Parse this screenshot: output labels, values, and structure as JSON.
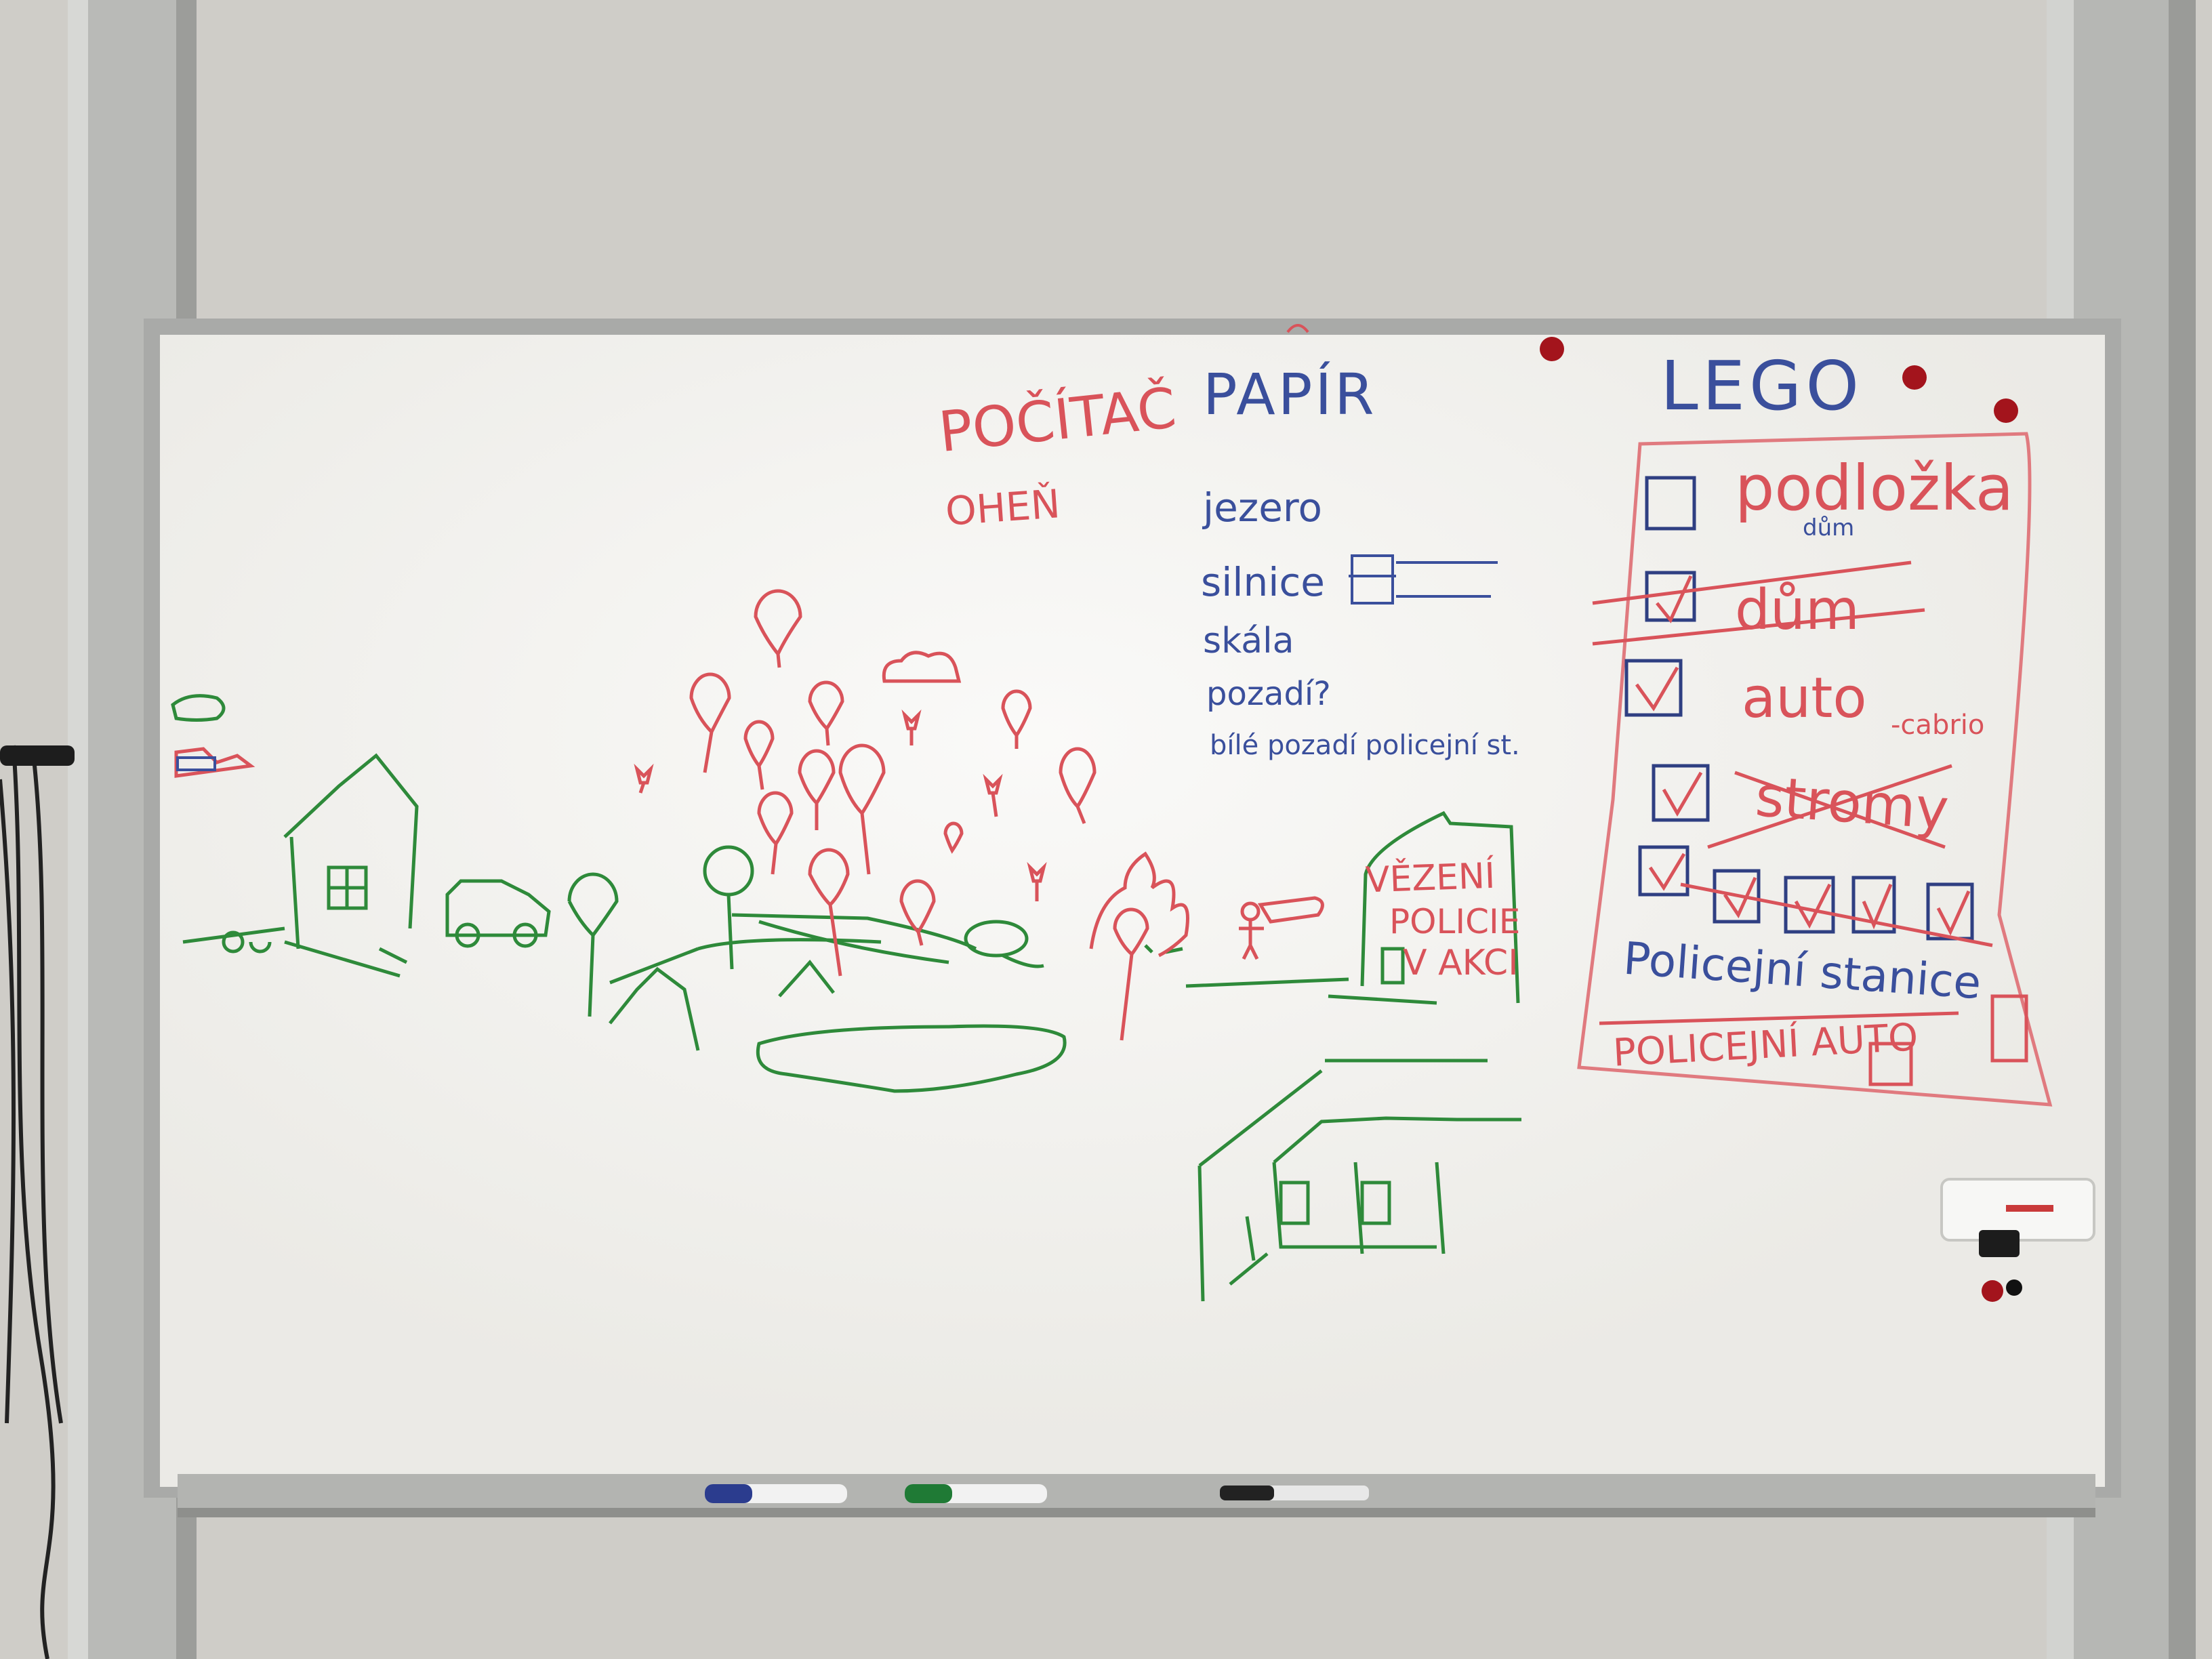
{
  "board": {
    "colors": {
      "wall": "#cfcdc8",
      "frame": "#a9aaa8",
      "surface": "#f3f2ee",
      "red_marker": "#d9535a",
      "blue_marker": "#3a4f9c",
      "green_marker": "#2e8a3a"
    }
  },
  "middle_column": {
    "pocitac": "POČÍTAČ",
    "ohen": "OHEŇ",
    "papir": "PAPÍR",
    "items": [
      "jezero",
      "silnice",
      "skála",
      "pozadí?",
      "bílé pozadí policejní st."
    ]
  },
  "drawing_labels": {
    "vezeni": "VĚZENÍ",
    "policie": "POLICIE",
    "v_akci": "V AKCI"
  },
  "lego": {
    "title": "LEGO",
    "items": [
      {
        "label": "podložka",
        "note": "dům"
      },
      {
        "label": "dům",
        "note": ""
      },
      {
        "label": "auto",
        "note": "-cabrio"
      },
      {
        "label": "stromy",
        "note": ""
      }
    ],
    "policejni_stanice": "Policejní stanice",
    "policejni_auto": "POLICEJNÍ AUTO"
  },
  "icons": [
    "whiteboard-eraser-icon",
    "marker-blue-icon",
    "marker-green-icon",
    "marker-black-icon",
    "magnet-icon"
  ]
}
